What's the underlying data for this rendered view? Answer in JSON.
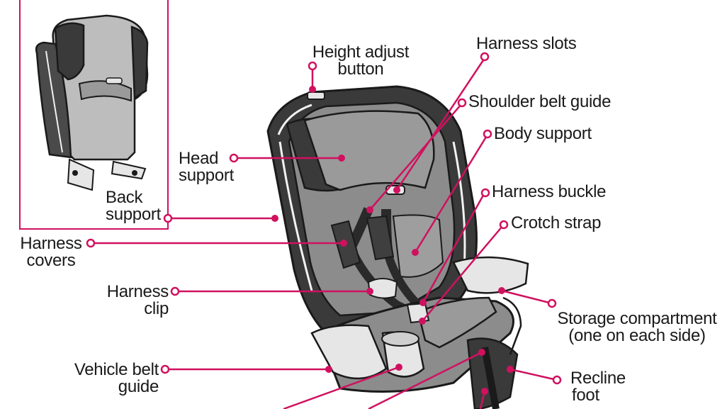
{
  "colors": {
    "leader": "#d0115f",
    "outline": "#1a1a1a",
    "dark_fabric": "#3a3a3a",
    "mid_fabric": "#8c8c8c",
    "light_fabric": "#b9b9b9",
    "plastic": "#e6e6e6"
  },
  "labels": {
    "height_adjust": {
      "line1": "Height adjust",
      "line2": "button"
    },
    "harness_slots": "Harness slots",
    "shoulder_belt_guide": "Shoulder belt guide",
    "body_support": "Body support",
    "harness_buckle": "Harness buckle",
    "crotch_strap": "Crotch strap",
    "head_support": {
      "line1": "Head",
      "line2": "support"
    },
    "back_support": {
      "line1": "Back",
      "line2": "support"
    },
    "harness_covers": {
      "line1": "Harness",
      "line2": "covers"
    },
    "harness_clip": {
      "line1": "Harness",
      "line2": "clip"
    },
    "vehicle_belt_guide": {
      "line1": "Vehicle belt",
      "line2": "guide"
    },
    "storage_compartment": {
      "line1": "Storage compartment",
      "line2": "(one on each side)"
    },
    "recline_foot": {
      "line1": "Recline",
      "line2": "foot"
    }
  }
}
